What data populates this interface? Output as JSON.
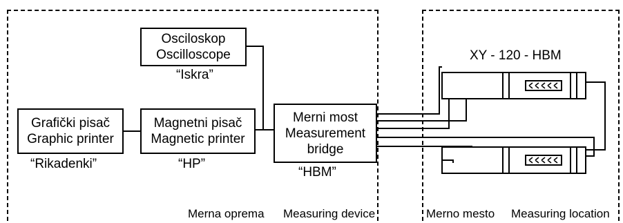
{
  "regions": {
    "equipment": {
      "caption_sr": "Merna oprema",
      "caption_en": "Measuring device"
    },
    "location": {
      "caption_sr": "Merno mesto",
      "caption_en": "Measuring location"
    }
  },
  "oscilloscope": {
    "line1": "Osciloskop",
    "line2": "Oscilloscope",
    "maker": "“Iskra”"
  },
  "graphic_printer": {
    "line1": "Grafički pisač",
    "line2": "Graphic printer",
    "maker": "“Rikadenki”"
  },
  "magnetic_printer": {
    "line1": "Magnetni pisač",
    "line2": "Magnetic printer",
    "maker": "“HP”"
  },
  "bridge": {
    "line1": "Merni most",
    "line2": "Measurement",
    "line3": "bridge",
    "maker": "“HBM”"
  },
  "sensor": {
    "label": "XY - 120 - HBM"
  }
}
